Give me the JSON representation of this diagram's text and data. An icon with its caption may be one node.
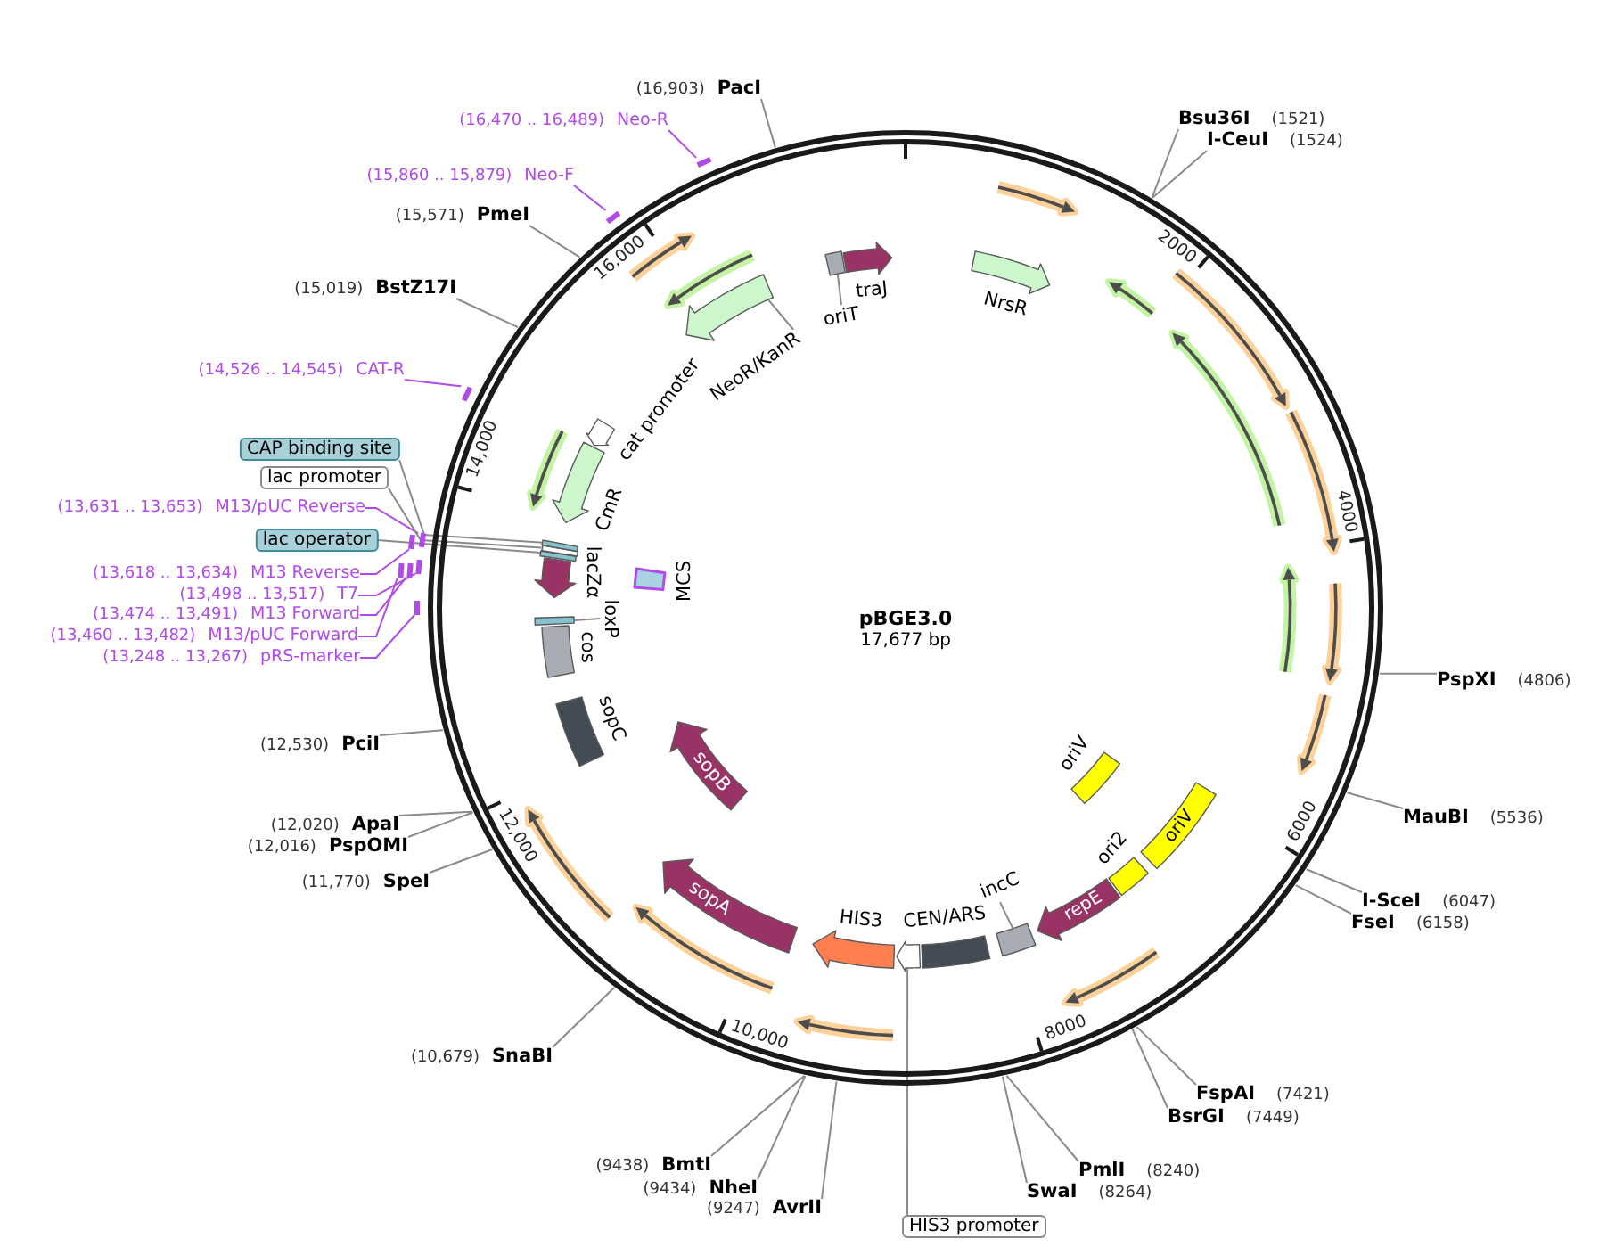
{
  "diagram": {
    "nodes": [
      {
        "text": [
          "pBGE3.0",
          "17,677 bp"
        ]
      },
      {
        "text": [],
        "shape": "arrow",
        "beside": [
          "traJ"
        ],
        "in": 0
      },
      {
        "text": [],
        "shape": "box",
        "in": 0
      },
      {
        "text": [
          "oriT"
        ],
        "in": 0
      },
      {
        "text": [],
        "shape": "arrow",
        "beside": [
          "NrsR"
        ],
        "in": 0
      },
      {
        "text": [],
        "shape": "box",
        "beside": [
          "oriV"
        ],
        "in": 0
      },
      {
        "text": [
          "oriV"
        ],
        "in": 0
      },
      {
        "text": [],
        "shape": "box",
        "beside": [
          "ori2"
        ],
        "in": 0
      },
      {
        "text": [
          "repE"
        ],
        "in": 0
      },
      {
        "text": [],
        "shape": "box",
        "in": 0
      },
      {
        "text": [
          "incC"
        ],
        "in": 0
      },
      {
        "text": [],
        "shape": "box",
        "beside": [
          "CEN/ARS"
        ],
        "in": 0
      },
      {
        "text": [],
        "shape": "arrow",
        "in": 0
      },
      {
        "text": [],
        "shape": "arrow",
        "beside": [
          "HIS3"
        ],
        "in": 0
      },
      {
        "text": [
          "sopA"
        ],
        "in": 0
      },
      {
        "text": [
          "sopB"
        ],
        "in": 0
      },
      {
        "text": [],
        "shape": "box",
        "beside": [
          "sopC"
        ],
        "in": 0
      },
      {
        "text": [],
        "shape": "box",
        "beside": [
          "cos"
        ],
        "in": 0
      },
      {
        "text": [],
        "shape": "box",
        "in": 0
      },
      {
        "text": [
          "loxP"
        ],
        "in": 0
      },
      {
        "text": [],
        "shape": "box",
        "beside": [
          "MCS"
        ],
        "in": 0
      },
      {
        "text": [],
        "shape": "arrow",
        "beside": [
          "lacZα"
        ],
        "in": 0
      },
      {
        "text": [],
        "shape": "box",
        "in": 0
      },
      {
        "text": [],
        "shape": "box",
        "in": 0
      },
      {
        "text": [],
        "shape": "box",
        "in": 0
      },
      {
        "text": [],
        "shape": "arrow",
        "beside": [
          "CmR"
        ],
        "in": 0
      },
      {
        "text": [],
        "shape": "arrow",
        "beside": [
          "cat promoter"
        ],
        "in": 0
      },
      {
        "text": [],
        "shape": "arrow",
        "in": 0
      },
      {
        "text": [
          "NeoR/KanR"
        ],
        "in": 0
      },
      {
        "text": [],
        "shape": "arrow",
        "in": 0
      },
      {
        "text": [],
        "shape": "arrow",
        "in": 0
      },
      {
        "text": [],
        "shape": "arrow",
        "in": 0
      },
      {
        "text": [],
        "shape": "arrow",
        "in": 0
      },
      {
        "text": [],
        "shape": "arrow",
        "in": 0
      },
      {
        "text": [],
        "shape": "arrow",
        "in": 0
      },
      {
        "text": [],
        "shape": "arrow",
        "in": 0
      },
      {
        "text": [],
        "shape": "arrow",
        "in": 0
      },
      {
        "text": [],
        "shape": "arrow",
        "in": 0
      },
      {
        "text": [],
        "shape": "arrow",
        "in": 0
      },
      {
        "text": [],
        "shape": "arrow",
        "in": 0
      },
      {
        "text": [],
        "shape": "arrow",
        "in": 0
      },
      {
        "text": [],
        "shape": "arrow",
        "in": 0
      },
      {
        "text": [],
        "shape": "arrow",
        "in": 0
      },
      {
        "text": [],
        "shape": "arrow",
        "in": 0
      },
      {
        "text": [
          "(16,903)",
          "PacI"
        ]
      },
      {
        "text": [
          "Bsu36I",
          "(1521)"
        ]
      },
      {
        "text": [
          "(16,470 .. 16,489)",
          "Neo-R"
        ]
      },
      {
        "text": [
          "I-CeuI",
          "(1524)"
        ]
      },
      {
        "text": [
          "(15,860 .. 15,879)",
          "Neo-F"
        ]
      },
      {
        "text": [
          "(15,571)",
          "PmeI"
        ]
      },
      {
        "text": [
          "(15,019)",
          "BstZ17I"
        ]
      },
      {
        "text": [
          "(14,526 .. 14,545)",
          "CAT-R"
        ]
      },
      {
        "text": [
          "CAP binding site"
        ]
      },
      {
        "text": [
          "lac promoter"
        ]
      },
      {
        "text": [
          "(13,631 .. 13,653)",
          "M13/pUC Reverse"
        ]
      },
      {
        "text": [
          "lac operator"
        ]
      },
      {
        "text": [
          "(13,618 .. 13,634)",
          "M13 Reverse"
        ]
      },
      {
        "text": [
          "(13,498 .. 13,517)",
          "T7"
        ]
      },
      {
        "text": [
          "(13,474 .. 13,491)",
          "M13 Forward"
        ]
      },
      {
        "text": [
          "(13,460 .. 13,482)",
          "M13/pUC Forward"
        ]
      },
      {
        "text": [
          "(13,248 .. 13,267)",
          "pRS-marker"
        ]
      },
      {
        "text": [
          "PspXI",
          "(4806)"
        ]
      },
      {
        "text": [
          "(12,530)",
          "PciI"
        ]
      },
      {
        "text": [
          "MauBI",
          "(5536)"
        ]
      },
      {
        "text": [
          "(12,020)",
          "ApaI"
        ]
      },
      {
        "text": [
          "(12,016)",
          "PspOMI"
        ]
      },
      {
        "text": [
          "(11,770)",
          "SpeI"
        ]
      },
      {
        "text": [
          "I-SceI",
          "(6047)"
        ]
      },
      {
        "text": [
          "FseI",
          "(6158)"
        ]
      },
      {
        "text": [
          "(10,679)",
          "SnaBI"
        ]
      },
      {
        "text": [
          "FspAI",
          "(7421)"
        ]
      },
      {
        "text": [
          "BsrGI",
          "(7449)"
        ]
      },
      {
        "text": [
          "(9438)",
          "BmtI"
        ]
      },
      {
        "text": [
          "PmlI",
          "(8240)"
        ]
      },
      {
        "text": [
          "(9434)",
          "NheI"
        ]
      },
      {
        "text": [
          "SwaI",
          "(8264)"
        ]
      },
      {
        "text": [
          "(9247)",
          "AvrII"
        ]
      },
      {
        "text": [
          "HIS3 promoter"
        ]
      },
      {
        "text": [],
        "shape": "bar"
      },
      {
        "text": [],
        "shape": "bar"
      },
      {
        "text": [],
        "shape": "bar"
      },
      {
        "text": [],
        "shape": "bar"
      },
      {
        "text": [],
        "shape": "bar"
      },
      {
        "text": [],
        "shape": "bar"
      },
      {
        "text": [],
        "shape": "bar"
      },
      {
        "text": [],
        "shape": "bar"
      },
      {
        "text": [],
        "shape": "bar"
      }
    ],
    "edges": [
      {
        "from": 44,
        "to": 0,
        "arrow": "none"
      },
      {
        "from": 45,
        "to": 0,
        "arrow": "none"
      },
      {
        "from": 47,
        "to": 0,
        "arrow": "none"
      },
      {
        "from": 49,
        "to": 0,
        "arrow": "none"
      },
      {
        "from": 50,
        "to": 0,
        "arrow": "none"
      },
      {
        "from": 61,
        "to": 0,
        "arrow": "none"
      },
      {
        "from": 62,
        "to": 0,
        "arrow": "none"
      },
      {
        "from": 63,
        "to": 0,
        "arrow": "none"
      },
      {
        "from": 64,
        "to": 0,
        "arrow": "none"
      },
      {
        "from": 65,
        "to": 0,
        "arrow": "none"
      },
      {
        "from": 66,
        "to": 0,
        "arrow": "none"
      },
      {
        "from": 67,
        "to": 0,
        "arrow": "none"
      },
      {
        "from": 68,
        "to": 0,
        "arrow": "none"
      },
      {
        "from": 69,
        "to": 0,
        "arrow": "none"
      },
      {
        "from": 70,
        "to": 0,
        "arrow": "none"
      },
      {
        "from": 71,
        "to": 0,
        "arrow": "none"
      },
      {
        "from": 72,
        "to": 0,
        "arrow": "none"
      },
      {
        "from": 73,
        "to": 0,
        "arrow": "none"
      },
      {
        "from": 74,
        "to": 0,
        "arrow": "none"
      },
      {
        "from": 75,
        "to": 0,
        "arrow": "none"
      },
      {
        "from": 76,
        "to": 0,
        "arrow": "none"
      },
      {
        "from": 46,
        "to": 78,
        "arrow": "none",
        "color": "#b04ae8"
      },
      {
        "from": 48,
        "to": 79,
        "arrow": "none",
        "color": "#b04ae8"
      },
      {
        "from": 51,
        "to": 80,
        "arrow": "none",
        "color": "#b04ae8"
      },
      {
        "from": 54,
        "to": 81,
        "arrow": "none",
        "color": "#b04ae8"
      },
      {
        "from": 56,
        "to": 82,
        "arrow": "none",
        "color": "#b04ae8"
      },
      {
        "from": 57,
        "to": 83,
        "arrow": "none",
        "color": "#b04ae8"
      },
      {
        "from": 58,
        "to": 84,
        "arrow": "none",
        "color": "#b04ae8"
      },
      {
        "from": 59,
        "to": 85,
        "arrow": "none",
        "color": "#b04ae8"
      },
      {
        "from": 60,
        "to": 86,
        "arrow": "none",
        "color": "#b04ae8"
      },
      {
        "from": 52,
        "to": 24,
        "arrow": "none"
      },
      {
        "from": 53,
        "to": 23,
        "arrow": "none"
      },
      {
        "from": 55,
        "to": 22,
        "arrow": "none"
      },
      {
        "from": 77,
        "to": 12,
        "arrow": "none"
      },
      {
        "from": 28,
        "to": 27,
        "arrow": "none"
      },
      {
        "from": 3,
        "to": 2,
        "arrow": "none"
      },
      {
        "from": 10,
        "to": 9,
        "arrow": "none"
      },
      {
        "from": 19,
        "to": 18,
        "arrow": "none"
      }
    ],
    "labels": [
      "2000",
      "16,000",
      "4000",
      "14,000",
      "6000",
      "12,000",
      "8000",
      "10,000"
    ]
  }
}
